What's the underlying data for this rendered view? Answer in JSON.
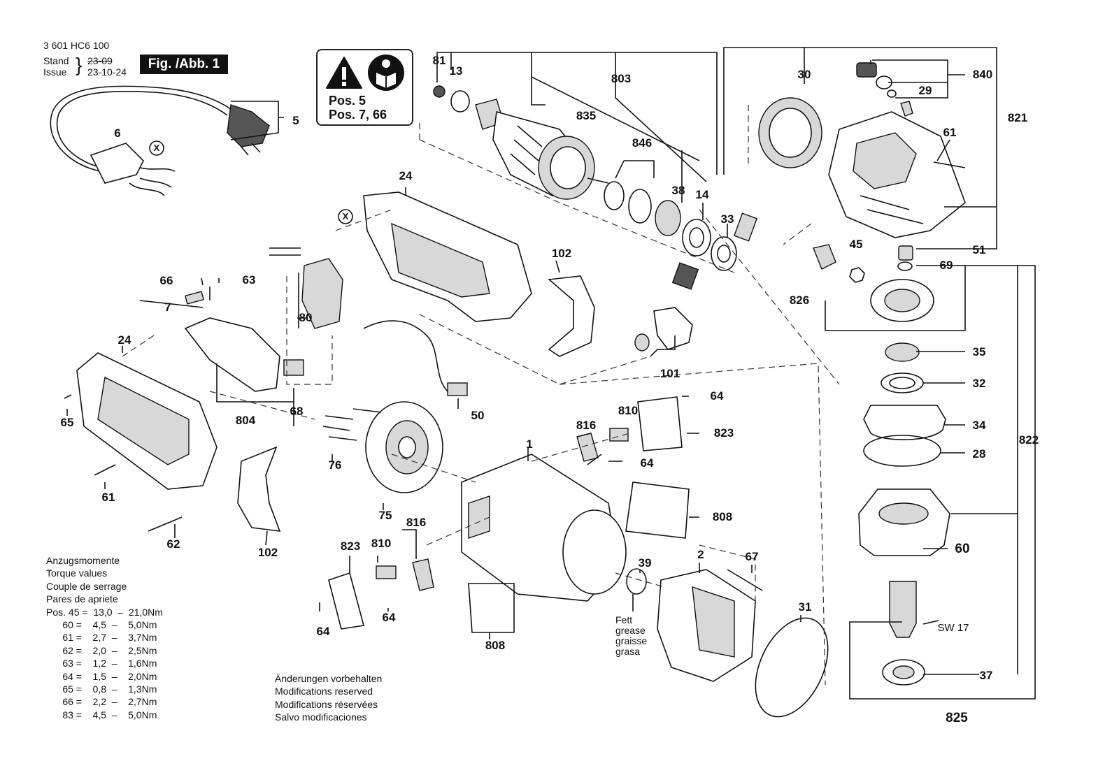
{
  "header": {
    "part_number": "3 601 HC6 100",
    "stand_label": "Stand",
    "stand_value": "23-09",
    "issue_label": "Issue",
    "issue_value": "23-10-24",
    "figure_label": "Fig. /Abb. 1"
  },
  "warning_box": {
    "line1": "Pos. 5",
    "line2": "Pos. 7, 66",
    "icons": [
      "warning-triangle-icon",
      "read-manual-icon"
    ]
  },
  "part_labels": [
    {
      "id": "p81",
      "text": "81"
    },
    {
      "id": "p13",
      "text": "13"
    },
    {
      "id": "p803",
      "text": "803"
    },
    {
      "id": "p835",
      "text": "835"
    },
    {
      "id": "p30",
      "text": "30"
    },
    {
      "id": "p840",
      "text": "840"
    },
    {
      "id": "p29",
      "text": "29"
    },
    {
      "id": "p821",
      "text": "821"
    },
    {
      "id": "p61a",
      "text": "61"
    },
    {
      "id": "p5",
      "text": "5"
    },
    {
      "id": "p6",
      "text": "6"
    },
    {
      "id": "p24a",
      "text": "24"
    },
    {
      "id": "p846",
      "text": "846"
    },
    {
      "id": "p38",
      "text": "38"
    },
    {
      "id": "p14",
      "text": "14"
    },
    {
      "id": "p33",
      "text": "33"
    },
    {
      "id": "p45",
      "text": "45"
    },
    {
      "id": "p51",
      "text": "51"
    },
    {
      "id": "p69",
      "text": "69"
    },
    {
      "id": "p826",
      "text": "826"
    },
    {
      "id": "p102a",
      "text": "102"
    },
    {
      "id": "p66a",
      "text": "66"
    },
    {
      "id": "p63",
      "text": "63"
    },
    {
      "id": "p7",
      "text": "7"
    },
    {
      "id": "p80",
      "text": "80"
    },
    {
      "id": "p101",
      "text": "101"
    },
    {
      "id": "p35",
      "text": "35"
    },
    {
      "id": "p32",
      "text": "32"
    },
    {
      "id": "p24b",
      "text": "24"
    },
    {
      "id": "p65",
      "text": "65"
    },
    {
      "id": "p804",
      "text": "804"
    },
    {
      "id": "p68",
      "text": "68"
    },
    {
      "id": "p50",
      "text": "50"
    },
    {
      "id": "p64a",
      "text": "64"
    },
    {
      "id": "p810a",
      "text": "810"
    },
    {
      "id": "p823a",
      "text": "823"
    },
    {
      "id": "p816a",
      "text": "816"
    },
    {
      "id": "p64b",
      "text": "64"
    },
    {
      "id": "p34",
      "text": "34"
    },
    {
      "id": "p28",
      "text": "28"
    },
    {
      "id": "p822",
      "text": "822"
    },
    {
      "id": "p61b",
      "text": "61"
    },
    {
      "id": "p76",
      "text": "76"
    },
    {
      "id": "p75",
      "text": "75"
    },
    {
      "id": "p1",
      "text": "1"
    },
    {
      "id": "p808a",
      "text": "808"
    },
    {
      "id": "p62",
      "text": "62"
    },
    {
      "id": "p102b",
      "text": "102"
    },
    {
      "id": "p60",
      "text": "60"
    },
    {
      "id": "p823b",
      "text": "823"
    },
    {
      "id": "p810b",
      "text": "810"
    },
    {
      "id": "p816b",
      "text": "816"
    },
    {
      "id": "p39",
      "text": "39"
    },
    {
      "id": "p2",
      "text": "2"
    },
    {
      "id": "p67",
      "text": "67"
    },
    {
      "id": "p31",
      "text": "31"
    },
    {
      "id": "p64c",
      "text": "64"
    },
    {
      "id": "p64d",
      "text": "64"
    },
    {
      "id": "p808b",
      "text": "808"
    },
    {
      "id": "p37",
      "text": "37"
    },
    {
      "id": "p825",
      "text": "825"
    },
    {
      "id": "sw17",
      "text": "SW 17"
    }
  ],
  "x_markers": [
    "X",
    "X"
  ],
  "grease_note": [
    "Fett",
    "grease",
    "graisse",
    "grasa"
  ],
  "torque_table": {
    "headers": [
      "Anzugsmomente",
      "Torque values",
      "Couple de serrage",
      "Pares de apriete"
    ],
    "rows": [
      "Pos. 45 =  13,0  –  21,0Nm",
      "      60 =    4,5  –    5,0Nm",
      "      61 =    2,7  –    3,7Nm",
      "      62 =    2,0  –    2,5Nm",
      "      63 =    1,2  –    1,6Nm",
      "      64 =    1,5  –    2,0Nm",
      "      65 =    0,8  –    1,3Nm",
      "      66 =    2,2  –    2,7Nm",
      "      83 =    4,5  –    5,0Nm"
    ]
  },
  "modifications_note": [
    "Änderungen vorbehalten",
    "Modifications reserved",
    "Modifications réservées",
    "Salvo modificaciones"
  ]
}
